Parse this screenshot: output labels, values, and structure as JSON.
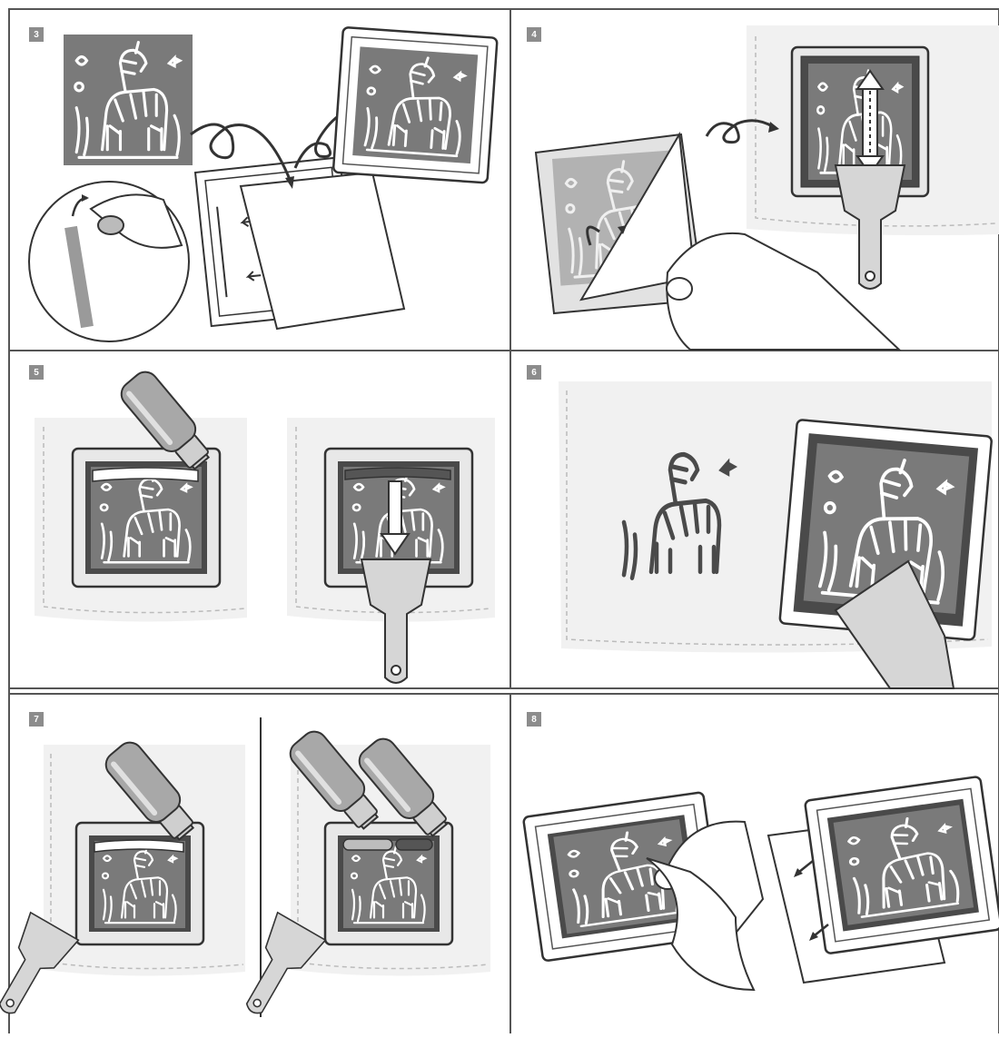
{
  "steps": [
    {
      "number": "3"
    },
    {
      "number": "4"
    },
    {
      "number": "5"
    },
    {
      "number": "6"
    },
    {
      "number": "7"
    },
    {
      "number": "8"
    }
  ],
  "colors": {
    "frame": "#4a4a4a",
    "stencil": "#7a7a7a",
    "cloth": "#f1f1f1",
    "tool": "#d6d6d6",
    "outline": "#333333"
  }
}
